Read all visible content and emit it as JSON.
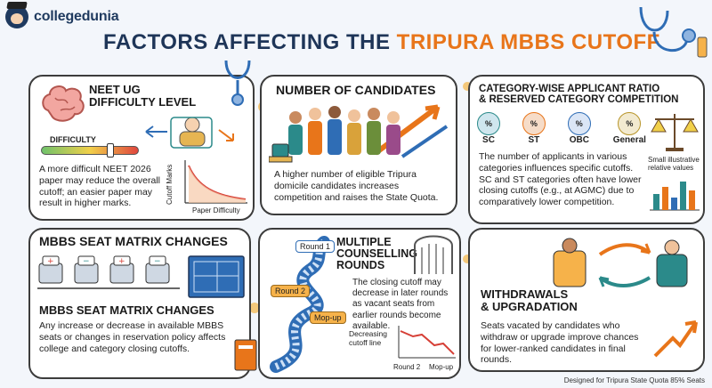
{
  "brand": {
    "name": "collegedunia"
  },
  "title": {
    "main": "FACTORS AFFECTING THE ",
    "highlight": "TRIPURA MBBS CUTOFF"
  },
  "colors": {
    "navy": "#1e3558",
    "orange": "#e8751a",
    "blue": "#2f6db5",
    "teal": "#2b8a8a"
  },
  "panels": {
    "neet": {
      "heading_line1": "NEET UG",
      "heading_line2": "DIFFICULTY LEVEL",
      "slider_label": "DIFFICULTY",
      "difficulty_level": 0.72,
      "text": "A more difficult NEET 2026 paper may reduce the overall cutoff; an easier paper may result in higher marks.",
      "chart_ylabel": "Cutoff Marks",
      "chart_xlabel": "Paper Difficulty"
    },
    "candidates": {
      "heading": "NUMBER OF CANDIDATES",
      "text": "A higher number of eligible Tripura domicile candidates increases competition and raises the State Quota."
    },
    "category": {
      "heading_line1": "CATEGORY-WISE APPLICANT RATIO",
      "heading_line2": "& RESERVED CATEGORY COMPETITION",
      "categories": [
        "SC",
        "ST",
        "OBC",
        "General"
      ],
      "chart_note": "Small illustrative relative values",
      "text": "The number of applicants in various categories influences specific cutoffs. SC and ST categories often have lower closing cutoffs (e.g., at AGMC) due to comparatively lower competition."
    },
    "seat": {
      "heading_top": "MBBS SEAT MATRIX CHANGES",
      "heading_bottom": "MBBS SEAT MATRIX CHANGES",
      "text": "Any increase or decrease in available MBBS seats or changes in reservation policy affects college and category closing cutoffs."
    },
    "counselling": {
      "heading_line1": "MULTIPLE",
      "heading_line2": "COUNSELLING",
      "heading_line3": "ROUNDS",
      "round1": "Round 1",
      "round2": "Round 2",
      "mopup": "Mop-up",
      "text": "The closing cutoff may decrease in later rounds as vacant seats from earlier rounds become available.",
      "chart_label": "Decreasing cutoff line",
      "axis_round2": "Round 2",
      "axis_mopup": "Mop-up"
    },
    "withdrawals": {
      "heading_line1": "WITHDRAWALS",
      "heading_line2": "& UPGRADATION",
      "text": "Seats vacated by candidates who withdraw or upgrade improve chances for lower-ranked candidates in final rounds."
    }
  },
  "footer": "Designed for Tripura State Quota 85% Seats"
}
